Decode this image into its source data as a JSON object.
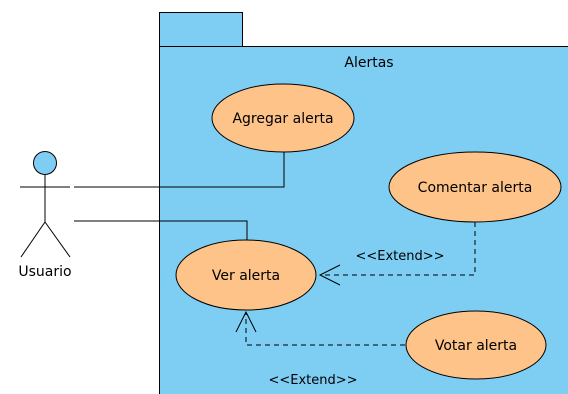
{
  "package": {
    "name": "Alertas",
    "fill": "#7ecef4",
    "stroke": "#000000"
  },
  "actor": {
    "name": "Usuario",
    "head_fill": "#7ecef4"
  },
  "use_cases": [
    {
      "id": "agregar",
      "label": "Agregar alerta"
    },
    {
      "id": "comentar",
      "label": "Comentar alerta"
    },
    {
      "id": "ver",
      "label": "Ver alerta"
    },
    {
      "id": "votar",
      "label": "Votar alerta"
    }
  ],
  "use_case_style": {
    "fill": "#fec388",
    "stroke": "#000000"
  },
  "relationships": [
    {
      "type": "association",
      "from": "Usuario",
      "to": "Agregar alerta"
    },
    {
      "type": "association",
      "from": "Usuario",
      "to": "Ver alerta"
    },
    {
      "type": "extend",
      "from": "Comentar alerta",
      "to": "Ver alerta",
      "label": "<<Extend>>"
    },
    {
      "type": "extend",
      "from": "Votar alerta",
      "to": "Ver alerta",
      "label": "<<Extend>>"
    }
  ]
}
